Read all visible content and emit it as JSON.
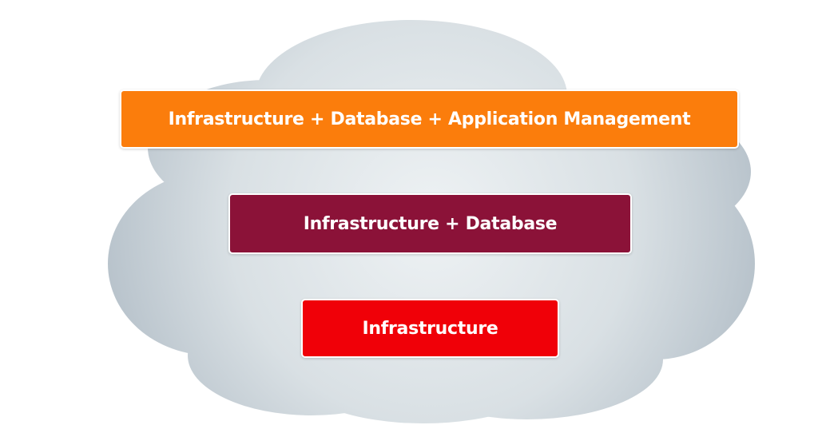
{
  "diagram": {
    "tiers": [
      {
        "label": "Infrastructure + Database + Application Management",
        "color": "#fb7d0c"
      },
      {
        "label": "Infrastructure + Database",
        "color": "#8b1238"
      },
      {
        "label": "Infrastructure",
        "color": "#f00008"
      }
    ]
  },
  "colors": {
    "cloud_center": "#eef2f4",
    "cloud_edge": "#aebac4"
  }
}
